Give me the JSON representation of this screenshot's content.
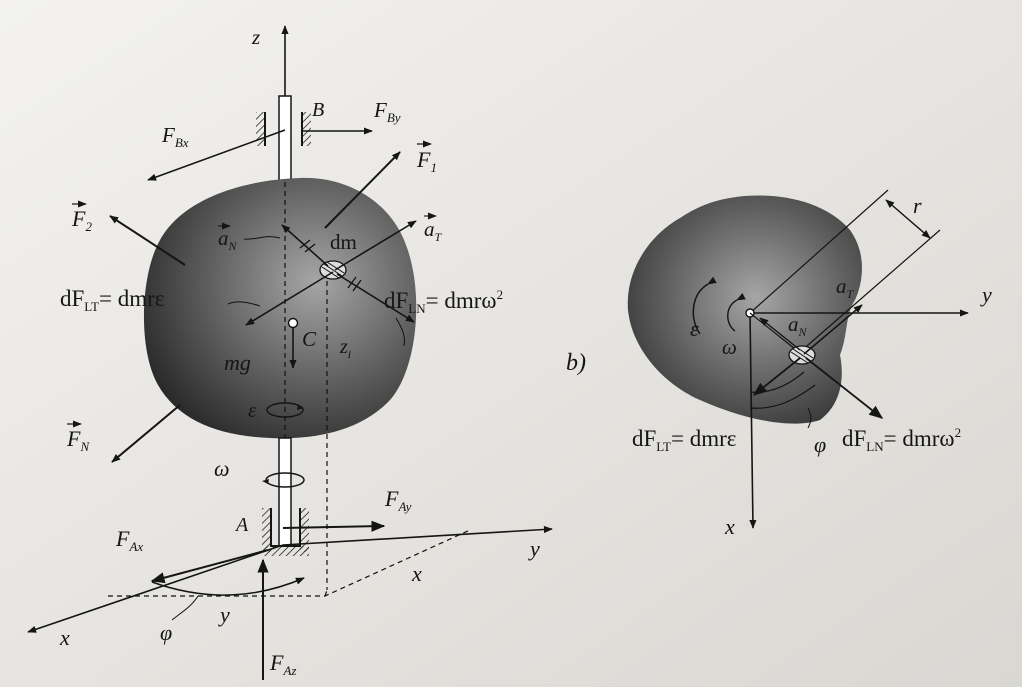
{
  "colors": {
    "paper_light": "#f3f2ef",
    "paper_dark": "#d9d7d2",
    "body_light": "#a6a6a6",
    "body_dark": "#262626",
    "ink": "#151515"
  },
  "left_figure": {
    "axes": {
      "z": "z",
      "y": "y",
      "x": "x",
      "floor_x": "x",
      "floor_y": "y"
    },
    "points": {
      "B": "B",
      "A": "A",
      "C": "C"
    },
    "forces": {
      "F_Bx": {
        "main": "F",
        "sub": "Bx"
      },
      "F_By": {
        "main": "F",
        "sub": "By"
      },
      "F_1": {
        "main": "F",
        "sub": "1"
      },
      "F_2": {
        "main": "F",
        "sub": "2"
      },
      "F_N": {
        "main": "F",
        "sub": "N"
      },
      "F_Ay": {
        "main": "F",
        "sub": "Ay"
      },
      "F_Ax": {
        "main": "F",
        "sub": "Ax"
      },
      "F_Az": {
        "main": "F",
        "sub": "Az"
      }
    },
    "labels": {
      "a_N": {
        "main": "a",
        "sub": "N"
      },
      "a_T": {
        "main": "a",
        "sub": "T"
      },
      "dm": "dm",
      "dF_LT": {
        "main": "dF",
        "sub": "LT",
        "rhs": "= dmrε"
      },
      "dF_LN": {
        "main": "dF",
        "sub": "LN",
        "rhs": "= dmrω",
        "sup": "2"
      },
      "z_i": {
        "main": "z",
        "sub": "i"
      },
      "mg": "mg",
      "epsilon": "ε",
      "omega": "ω",
      "phi": "φ"
    }
  },
  "right_figure": {
    "panel_label": "b)",
    "r": "r",
    "axes": {
      "y": "y",
      "x": "x"
    },
    "labels": {
      "a_T": {
        "main": "a",
        "sub": "T"
      },
      "a_N": {
        "main": "a",
        "sub": "N"
      },
      "epsilon": "ε",
      "omega": "ω",
      "phi": "φ",
      "dF_LT": {
        "main": "dF",
        "sub": "LT",
        "rhs": "= dmrε"
      },
      "dF_LN": {
        "main": "dF",
        "sub": "LN",
        "rhs": "= dmrω",
        "sup": "2"
      }
    }
  }
}
